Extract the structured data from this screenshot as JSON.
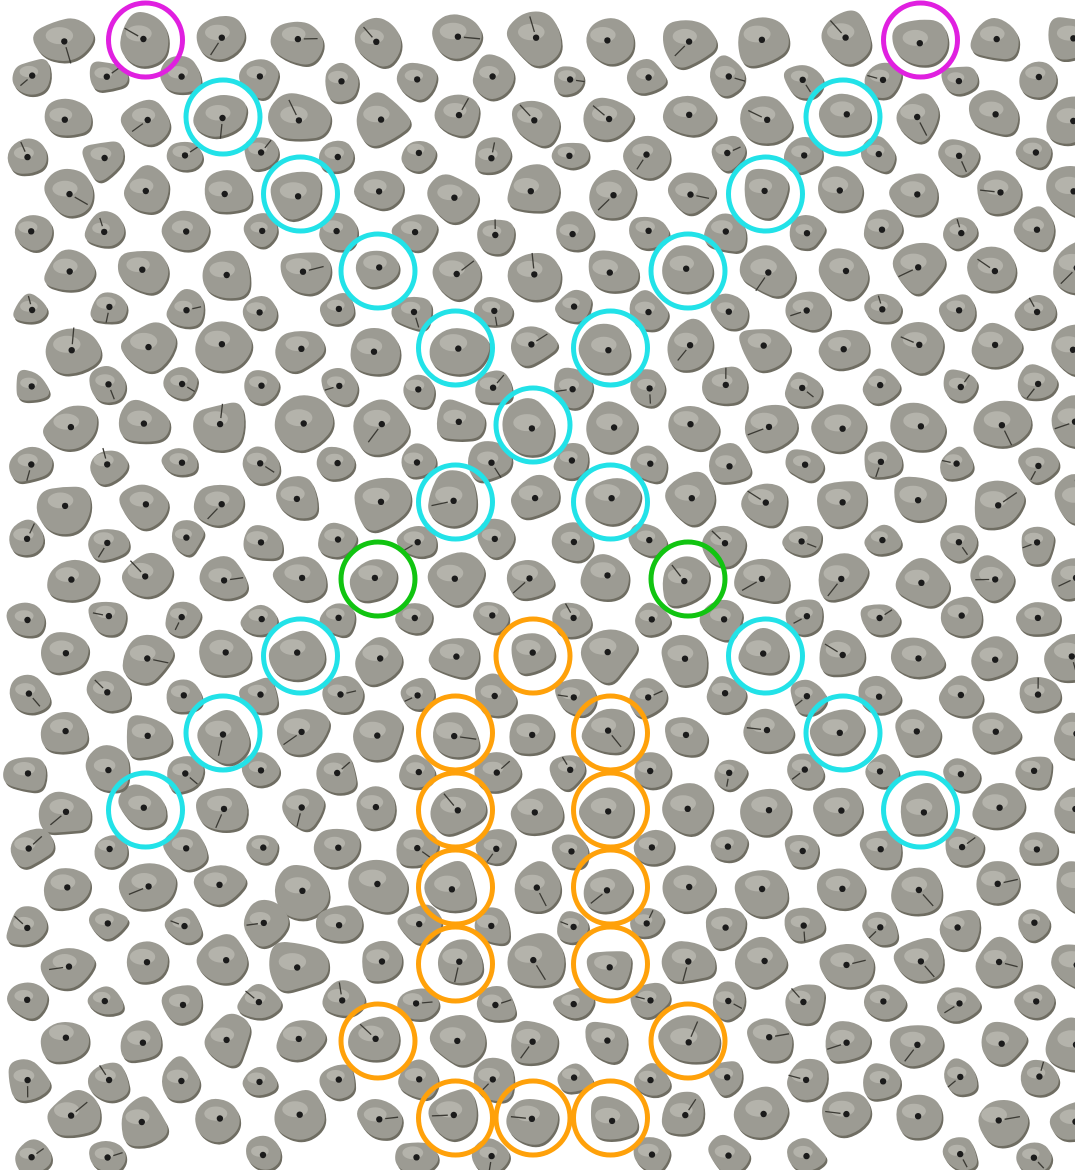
{
  "colors": {
    "background": "#ffffff",
    "hold_fill": "#9c9b93",
    "hold_highlight": "#c8c7c0",
    "hold_shadow": "#6f6d62",
    "hold_bolt": "#1b1b1b",
    "start": "#e020e0",
    "hand": "#22e2e8",
    "foot": "#11c411",
    "finish": "#ffa10a"
  },
  "grid": {
    "columns": 14,
    "rows": 15
  },
  "legend_names": {
    "start": "start-hold-marker",
    "hand": "hand-hold-marker",
    "foot": "foot-hold-marker",
    "finish": "finish-hold-marker"
  },
  "marked_holds": [
    {
      "role": "start",
      "col": 1,
      "row": 0
    },
    {
      "role": "start",
      "col": 11,
      "row": 0
    },
    {
      "role": "hand",
      "col": 2,
      "row": 1
    },
    {
      "role": "hand",
      "col": 3,
      "row": 2
    },
    {
      "role": "hand",
      "col": 4,
      "row": 3
    },
    {
      "role": "hand",
      "col": 5,
      "row": 4
    },
    {
      "role": "hand",
      "col": 6,
      "row": 5
    },
    {
      "role": "hand",
      "col": 7,
      "row": 4
    },
    {
      "role": "hand",
      "col": 8,
      "row": 3
    },
    {
      "role": "hand",
      "col": 9,
      "row": 2
    },
    {
      "role": "hand",
      "col": 10,
      "row": 1
    },
    {
      "role": "hand",
      "col": 5,
      "row": 6
    },
    {
      "role": "hand",
      "col": 7,
      "row": 6
    },
    {
      "role": "foot",
      "col": 4,
      "row": 7
    },
    {
      "role": "foot",
      "col": 8,
      "row": 7
    },
    {
      "role": "hand",
      "col": 3,
      "row": 8
    },
    {
      "role": "hand",
      "col": 2,
      "row": 9
    },
    {
      "role": "hand",
      "col": 1,
      "row": 10
    },
    {
      "role": "hand",
      "col": 9,
      "row": 8
    },
    {
      "role": "hand",
      "col": 10,
      "row": 9
    },
    {
      "role": "hand",
      "col": 11,
      "row": 10
    },
    {
      "role": "finish",
      "col": 6,
      "row": 8
    },
    {
      "role": "finish",
      "col": 5,
      "row": 9
    },
    {
      "role": "finish",
      "col": 7,
      "row": 9
    },
    {
      "role": "finish",
      "col": 5,
      "row": 10
    },
    {
      "role": "finish",
      "col": 7,
      "row": 10
    },
    {
      "role": "finish",
      "col": 5,
      "row": 11
    },
    {
      "role": "finish",
      "col": 7,
      "row": 11
    },
    {
      "role": "finish",
      "col": 5,
      "row": 12
    },
    {
      "role": "finish",
      "col": 7,
      "row": 12
    },
    {
      "role": "finish",
      "col": 4,
      "row": 13
    },
    {
      "role": "finish",
      "col": 8,
      "row": 13
    },
    {
      "role": "finish",
      "col": 5,
      "row": 14
    },
    {
      "role": "finish",
      "col": 6,
      "row": 14
    },
    {
      "role": "finish",
      "col": 7,
      "row": 14
    }
  ]
}
